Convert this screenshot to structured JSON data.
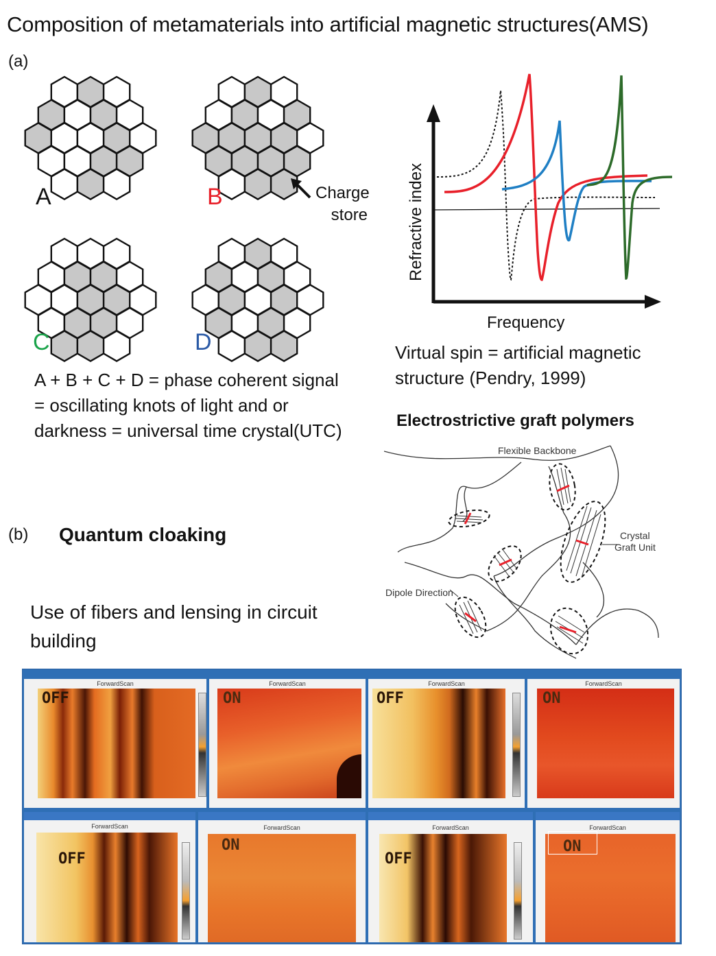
{
  "title": "Composition of metamaterials into artificial magnetic structures(AMS)",
  "panel_a_label": "(a)",
  "panel_b_label": "(b)",
  "lattices": [
    {
      "letter": "A",
      "color": "#111111"
    },
    {
      "letter": "B",
      "color": "#e8202a"
    },
    {
      "letter": "C",
      "color": "#1aa34a"
    },
    {
      "letter": "D",
      "color": "#2b5aa6"
    }
  ],
  "charge_store_line1": "Charge",
  "charge_store_line2": "store",
  "sum_text": "A + B + C + D = phase coherent signal = oscillating knots of light and or darkness = universal time crystal(UTC)",
  "chart": {
    "ylabel": "Refractive index",
    "xlabel": "Frequency"
  },
  "virtual_spin_text": "Virtual spin = artificial magnetic structure (Pendry, 1999)",
  "polymer_title": "Electrostrictive graft polymers",
  "polymer_labels": {
    "backbone": "Flexible Backbone",
    "crystal1": "Crystal",
    "crystal2": "Graft Unit",
    "dipole": "Dipole Direction"
  },
  "quantum_cloaking": "Quantum cloaking",
  "fibers_text": "Use of fibers and lensing in circuit building",
  "scans": {
    "top": [
      {
        "state": "OFF",
        "header": "ForwardScan"
      },
      {
        "state": "ON",
        "header": "ForwardScan"
      },
      {
        "state": "OFF",
        "header": "ForwardScan"
      },
      {
        "state": "ON",
        "header": "ForwardScan"
      }
    ],
    "bottom": [
      {
        "state": "OFF",
        "header": "ForwardScan"
      },
      {
        "state": "ON",
        "header": "ForwardScan"
      },
      {
        "state": "OFF",
        "header": "ForwardScan"
      },
      {
        "state": "ON",
        "header": "ForwardScan"
      }
    ]
  },
  "colors": {
    "red": "#e8202a",
    "blue": "#1f7fc4",
    "green": "#2d6b2a",
    "hex_fill": "#c8c8c8"
  }
}
